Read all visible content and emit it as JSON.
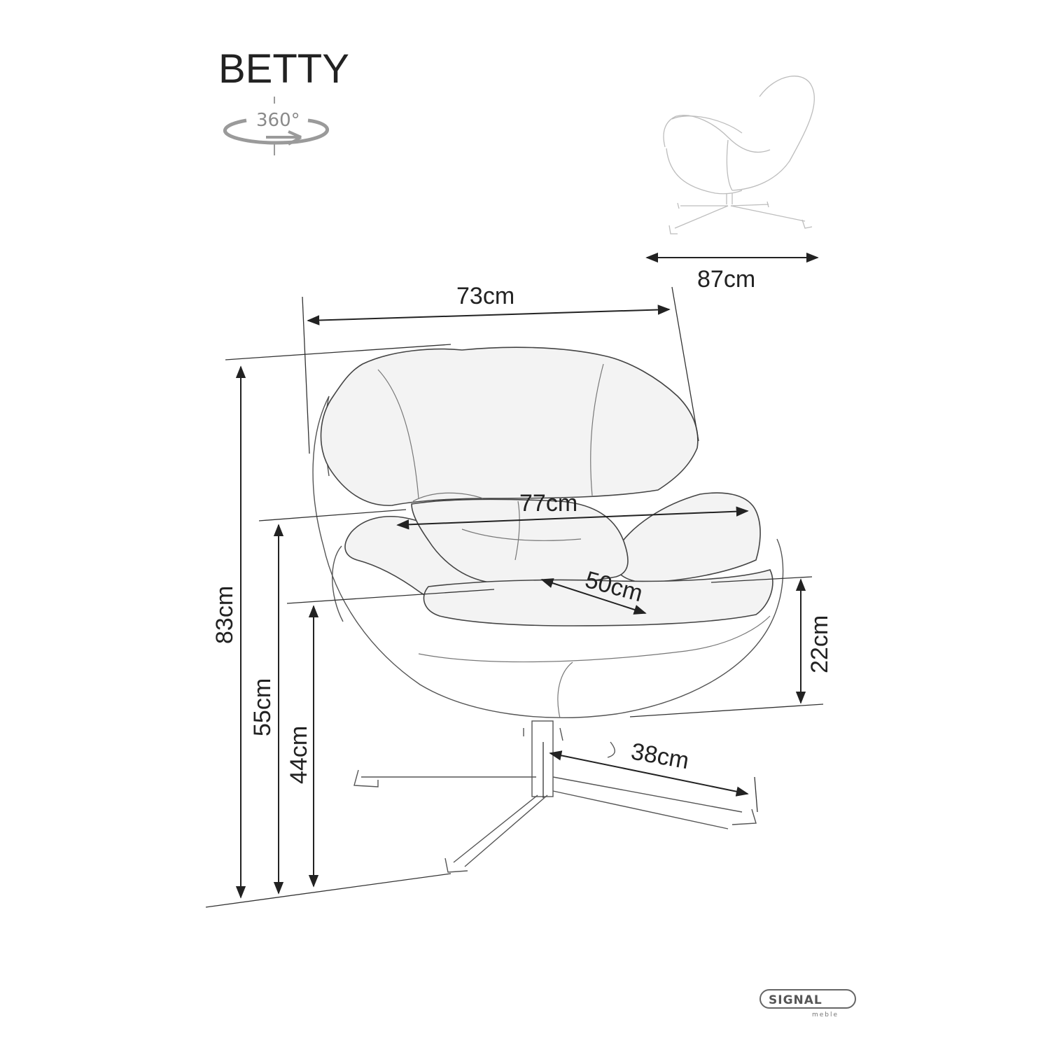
{
  "product": {
    "name": "BETTY",
    "rotation_label": "360°"
  },
  "dimensions": {
    "side_depth": "87cm",
    "top_width": "73cm",
    "seat_width": "77cm",
    "seat_depth": "50cm",
    "total_height": "83cm",
    "armrest_height": "55cm",
    "seat_height": "44cm",
    "armrest_rise": "22cm",
    "base_radius": "38cm"
  },
  "brand": {
    "name": "SIGNAL",
    "sub": "meble"
  },
  "colors": {
    "line": "#222222",
    "fabric": "#f3f3f3",
    "faint": "#bbbbbb"
  }
}
